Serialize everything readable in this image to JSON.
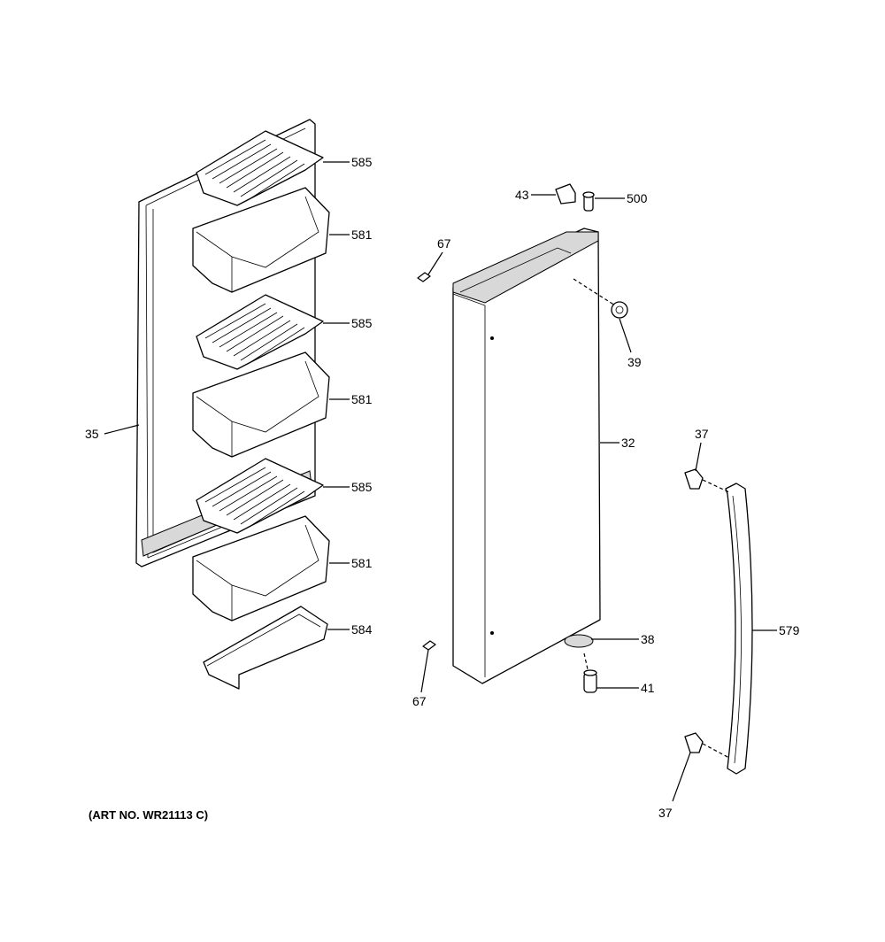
{
  "callouts": {
    "c585a": "585",
    "c581a": "581",
    "c585b": "585",
    "c581b": "581",
    "c585c": "585",
    "c581c": "581",
    "c584": "584",
    "c35": "35",
    "c43": "43",
    "c500": "500",
    "c67a": "67",
    "c39": "39",
    "c32": "32",
    "c37a": "37",
    "c38": "38",
    "c41": "41",
    "c67b": "67",
    "c579": "579",
    "c37b": "37"
  },
  "art_number": "(ART NO. WR21113 C)"
}
